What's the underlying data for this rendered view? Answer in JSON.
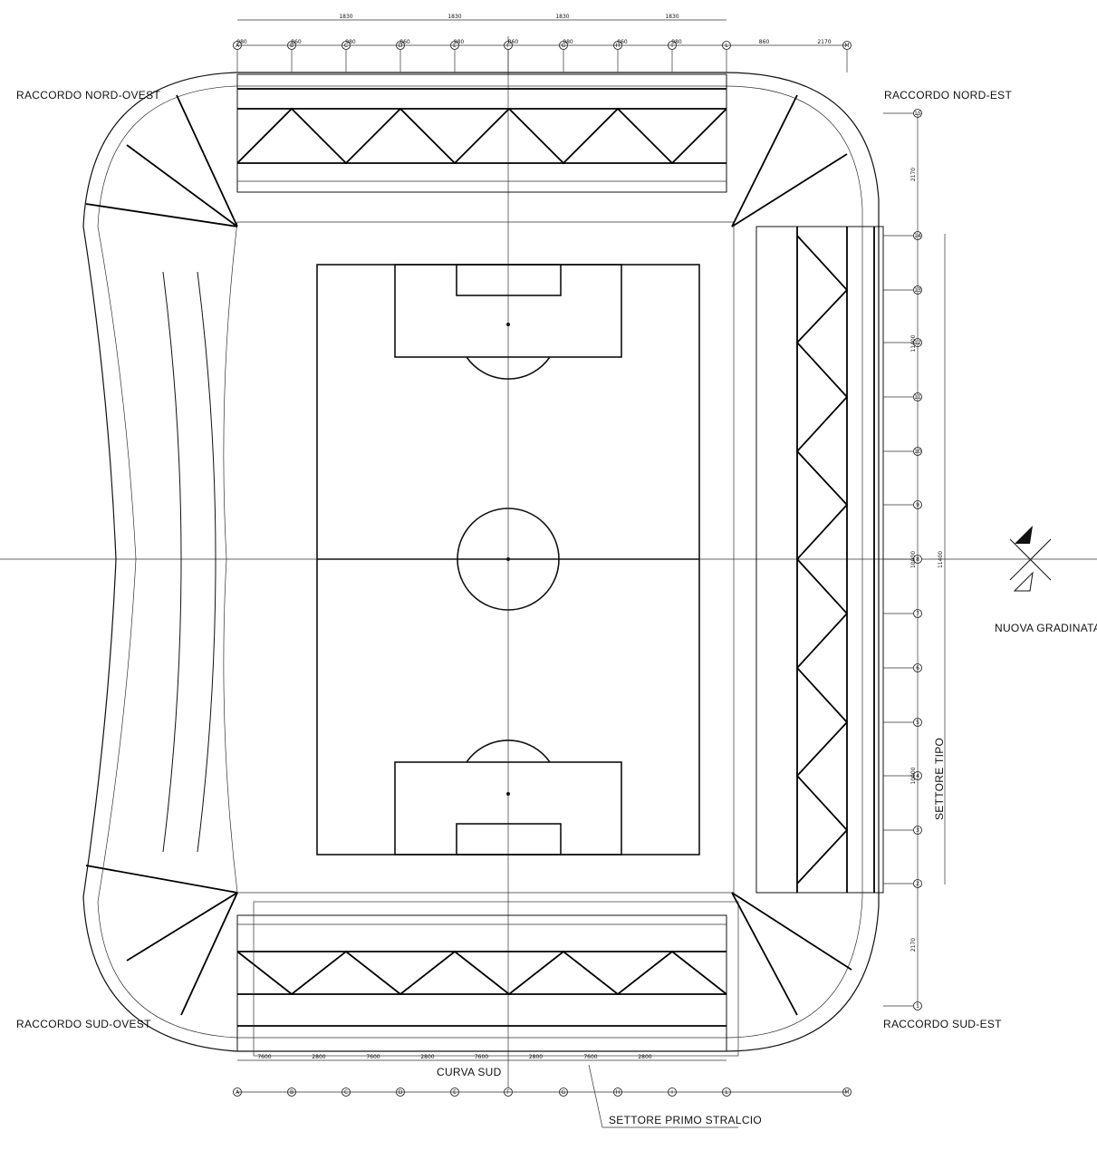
{
  "labels": {
    "nw": "RACCORDO NORD-OVEST",
    "ne": "RACCORDO NORD-EST",
    "sw": "RACCORDO SUD-OVEST",
    "se": "RACCORDO SUD-EST",
    "east": "NUOVA GRADINATA",
    "south": "CURVA SUD",
    "phase": "SETTORE PRIMO STRALCIO",
    "typical": "SETTORE TIPO"
  },
  "axes_ns": [
    "A",
    "B",
    "C",
    "D",
    "E",
    "F",
    "G",
    "H",
    "I",
    "L",
    "M"
  ],
  "axes_ew": [
    "15",
    "14",
    "13",
    "12",
    "11",
    "10",
    "9",
    "8",
    "7",
    "6",
    "5",
    "4",
    "3",
    "2",
    "1"
  ],
  "dims_top": [
    "1830",
    "1830",
    "1830",
    "1830"
  ],
  "dims_top_sub": [
    "980",
    "860",
    "980",
    "860",
    "980",
    "860",
    "980",
    "860",
    "980",
    "860",
    "2170"
  ],
  "dims_bottom": [
    "7600",
    "2800",
    "7600",
    "2800",
    "7600",
    "2800",
    "7600",
    "2800"
  ],
  "dims_right": [
    "2170",
    "11400",
    "10000",
    "10000",
    "11400",
    "2170"
  ]
}
